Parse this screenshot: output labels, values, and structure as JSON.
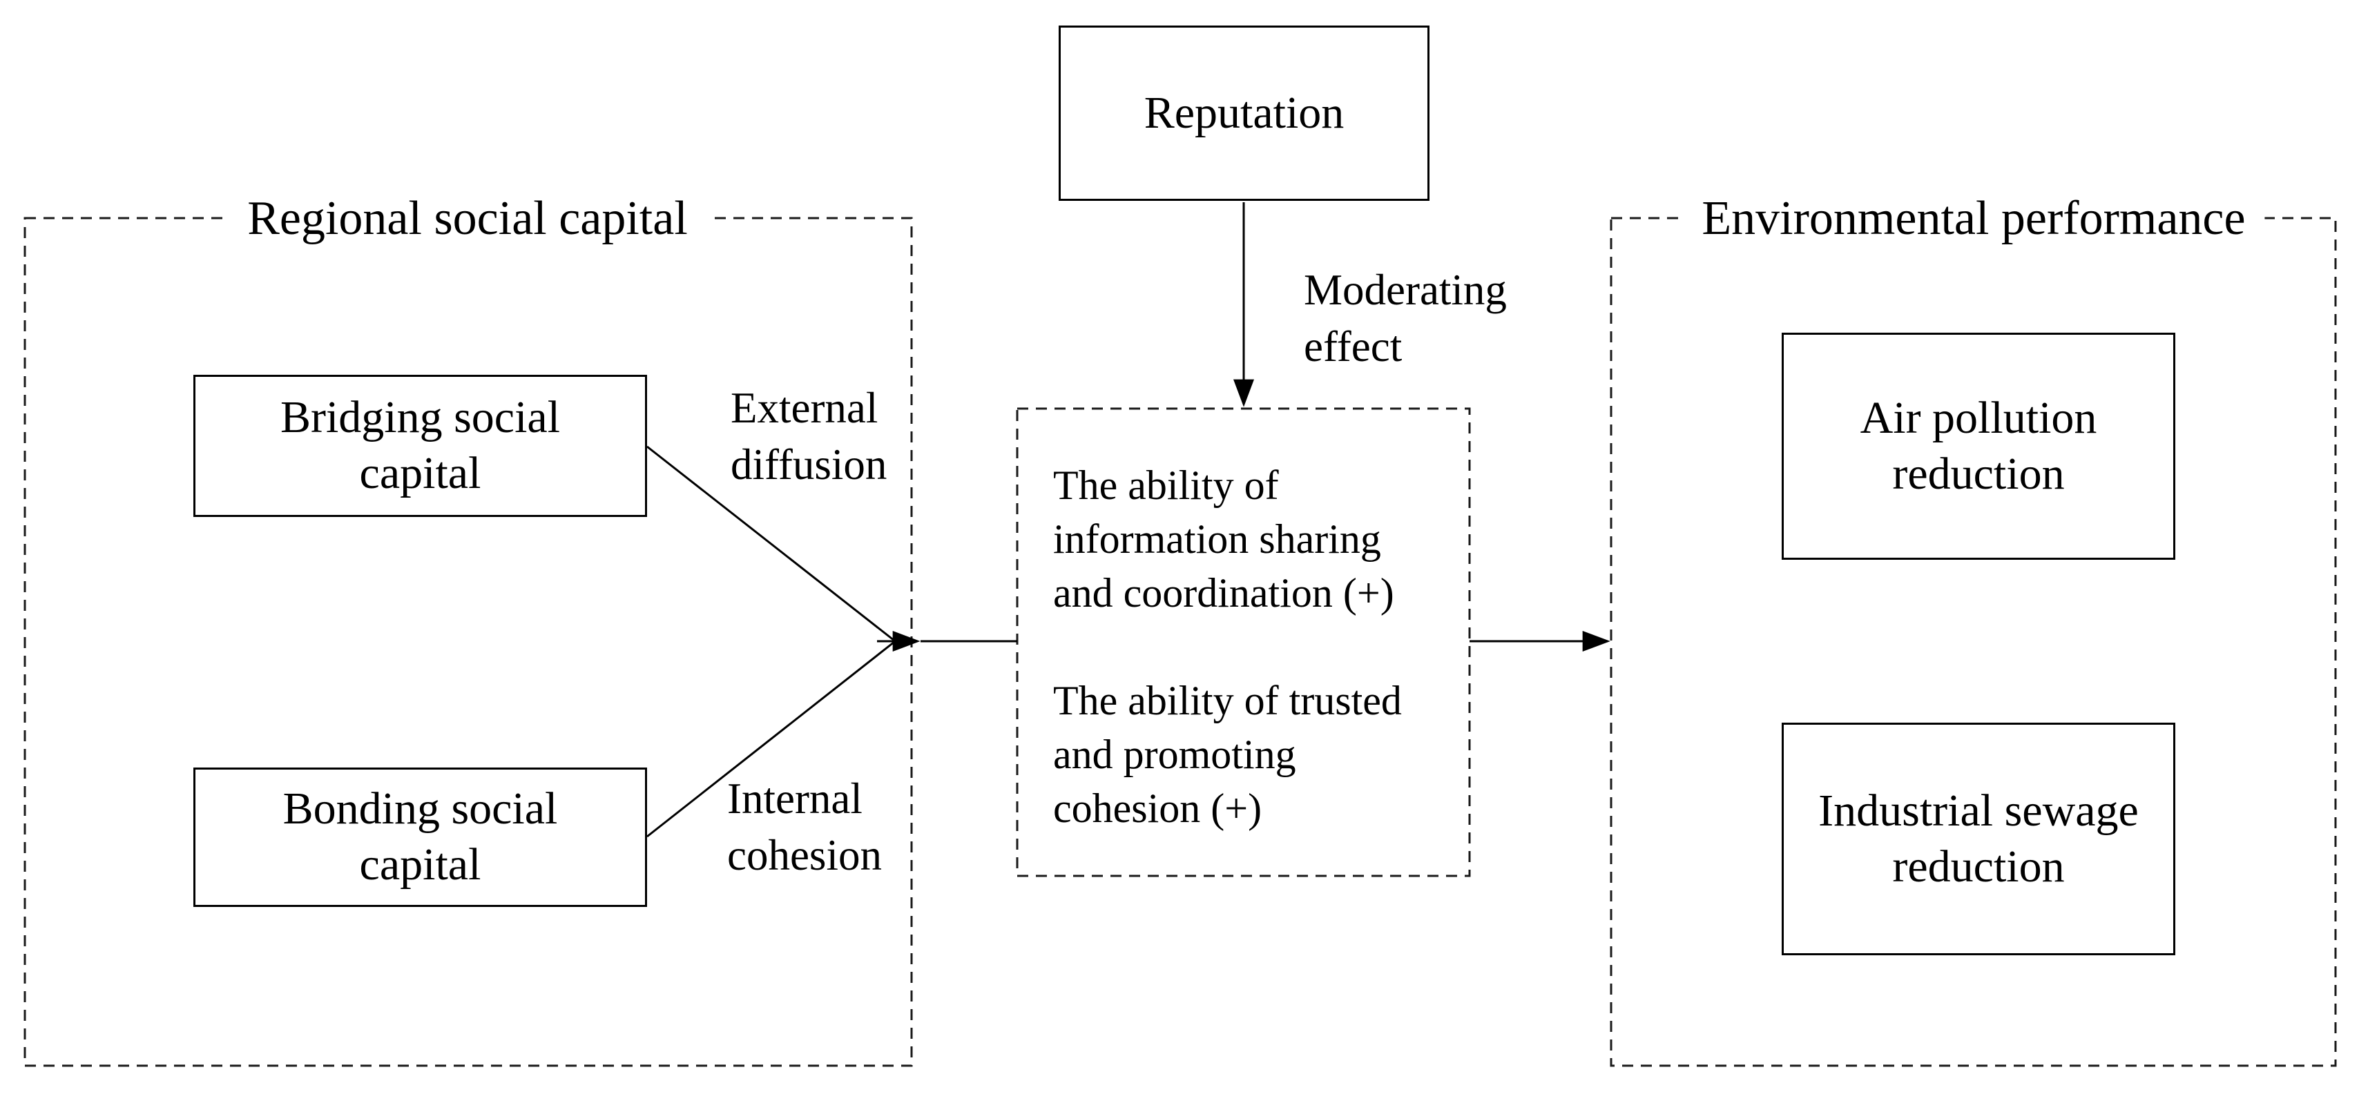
{
  "diagram": {
    "left_group": {
      "label": "Regional social capital",
      "boxes": [
        {
          "label": "Bridging social\ncapital"
        },
        {
          "label": "Bonding social\ncapital"
        }
      ]
    },
    "moderator": {
      "label": "Reputation",
      "effect_label": "Moderating\neffect"
    },
    "mediator": {
      "statement1": "The ability of\ninformation sharing\nand coordination (+)",
      "statement2": "The ability of trusted\nand promoting\ncohesion (+)"
    },
    "right_group": {
      "label": "Environmental performance",
      "boxes": [
        {
          "label": "Air pollution\nreduction"
        },
        {
          "label": "Industrial sewage\nreduction"
        }
      ]
    },
    "edge_labels": {
      "external": "External\ndiffusion",
      "internal": "Internal\ncohesion"
    },
    "colors": {
      "line": "#000000",
      "background": "#ffffff"
    }
  }
}
